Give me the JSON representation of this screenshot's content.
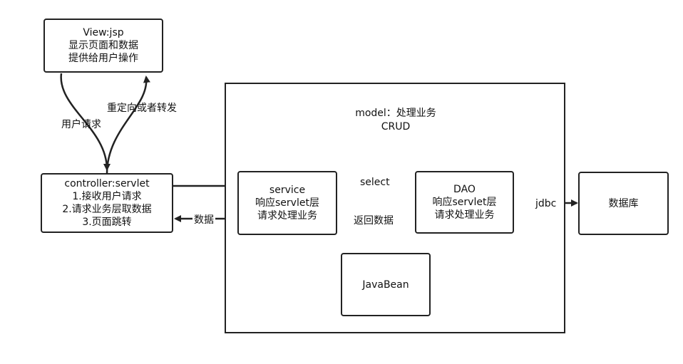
{
  "view": {
    "title": "View:jsp",
    "line1": "显示页面和数据",
    "line2": "提供给用户操作"
  },
  "controller": {
    "title": "controller:servlet",
    "line1": "1.接收用户请求",
    "line2": "2.请求业务层取数据",
    "line3": "3.页面跳转"
  },
  "model": {
    "title": "model：处理业务",
    "subtitle": "CRUD"
  },
  "service": {
    "title": "service",
    "line1": "响应servlet层",
    "line2": "请求处理业务"
  },
  "dao": {
    "title": "DAO",
    "line1": "响应servlet层",
    "line2": "请求处理业务"
  },
  "javabean": {
    "title": "JavaBean"
  },
  "database": {
    "title": "数据库"
  },
  "edges": {
    "user_request": "用户请求",
    "redirect_forward": "重定向或者转发",
    "data": "数据",
    "select": "select",
    "return_data": "返回数据",
    "jdbc": "jdbc"
  }
}
